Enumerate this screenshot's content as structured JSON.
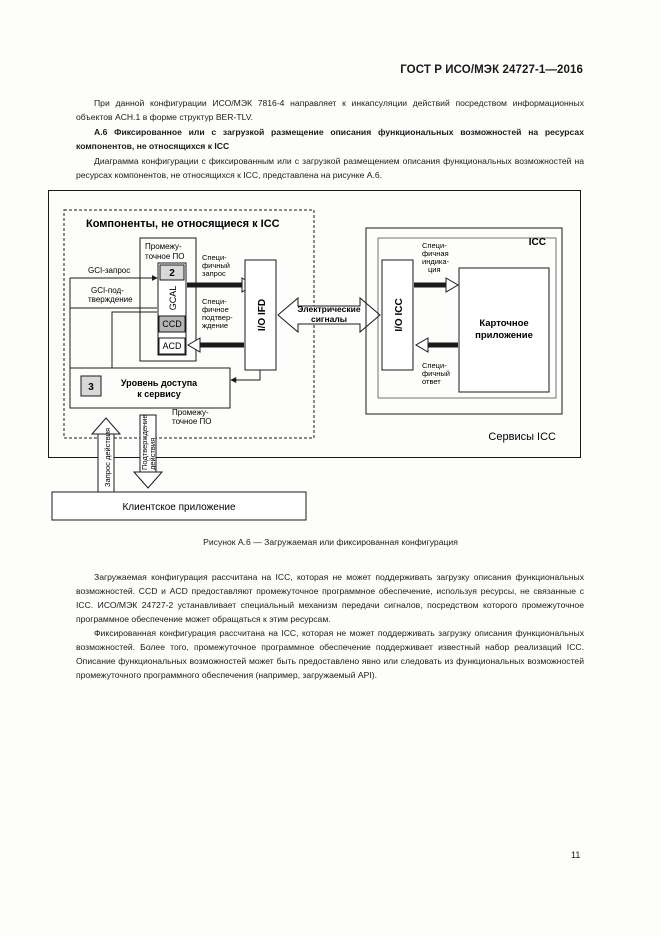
{
  "header": {
    "standard": "ГОСТ Р ИСО/МЭК 24727-1—2016"
  },
  "paragraphs": {
    "p1": "При данной конфигурации ИСО/МЭК 7816-4 направляет к инкапсуляции действий посредством информационных объектов ACH.1 в форме структур BER-TLV.",
    "a6_title": "А.6 Фиксированное или с загрузкой размещение описания функциональных возможностей на ресурсах компонентов, не относящихся к ICC",
    "p2": "Диаграмма конфигурации с фиксированным или с загрузкой размещением описания функциональных возможностей на ресурсах компонентов, не относящихся к ICC, представлена на рисунке А.6.",
    "p3": "Загружаемая конфигурация рассчитана на ICC, которая не может поддерживать загрузку описания функциональных возможностей. CCD и ACD предоставляют промежуточное программное обеспечение, используя ресурсы, не связанные с ICC. ИСО/МЭК 24727-2 устанавливает специальный механизм передачи сигналов, посредством которого промежуточное программное обеспечение может обращаться к этим ресурсам.",
    "p4": "Фиксированная конфигурация рассчитана на ICC, которая не может поддерживать загрузку описания функциональных возможностей. Более того, промежуточное программное обеспечение поддерживает известный набор реализаций ICC. Описание функциональных возможностей может быть предоставлено явно или следовать из функциональных возможностей промежуточного программного обеспечения (например, загружаемый API)."
  },
  "figure": {
    "title_non_icc": "Компоненты, не относящиеся к ICC",
    "icc_label": "ICC",
    "middleware_top": [
      "Промежу-",
      "точное ПО"
    ],
    "middleware_bottom": [
      "Промежу-",
      "точное ПО"
    ],
    "num2": "2",
    "num3": "3",
    "gcal": "GCAL",
    "ccd": "CCD",
    "acd": "ACD",
    "gci_request": "GCI-запрос",
    "gci_confirm": [
      "GCI-под-",
      "тверждение"
    ],
    "specific_request": [
      "Специ-",
      "фичный",
      "запрос"
    ],
    "specific_confirm": [
      "Специ-",
      "фичное",
      "подтвер-",
      "ждение"
    ],
    "service_layer": [
      "Уровень доступа",
      "к сервису"
    ],
    "io_ifd": "I/O IFD",
    "io_icc": "I/O ICC",
    "electrical": [
      "Электрические",
      "сигналы"
    ],
    "specific_indication": [
      "Специ-",
      "фичная",
      "индика-",
      "ция"
    ],
    "specific_answer": [
      "Специ-",
      "фичный",
      "ответ"
    ],
    "card_app": [
      "Карточное",
      "приложение"
    ],
    "icc_services": "Сервисы ICC",
    "action_request": "Запрос действия",
    "action_confirm": [
      "Подтверждение",
      "действия"
    ],
    "client_app": "Клиентское приложение"
  },
  "caption": "Рисунок А.6 — Загружаемая или фиксированная конфигурация",
  "page_number": "11"
}
